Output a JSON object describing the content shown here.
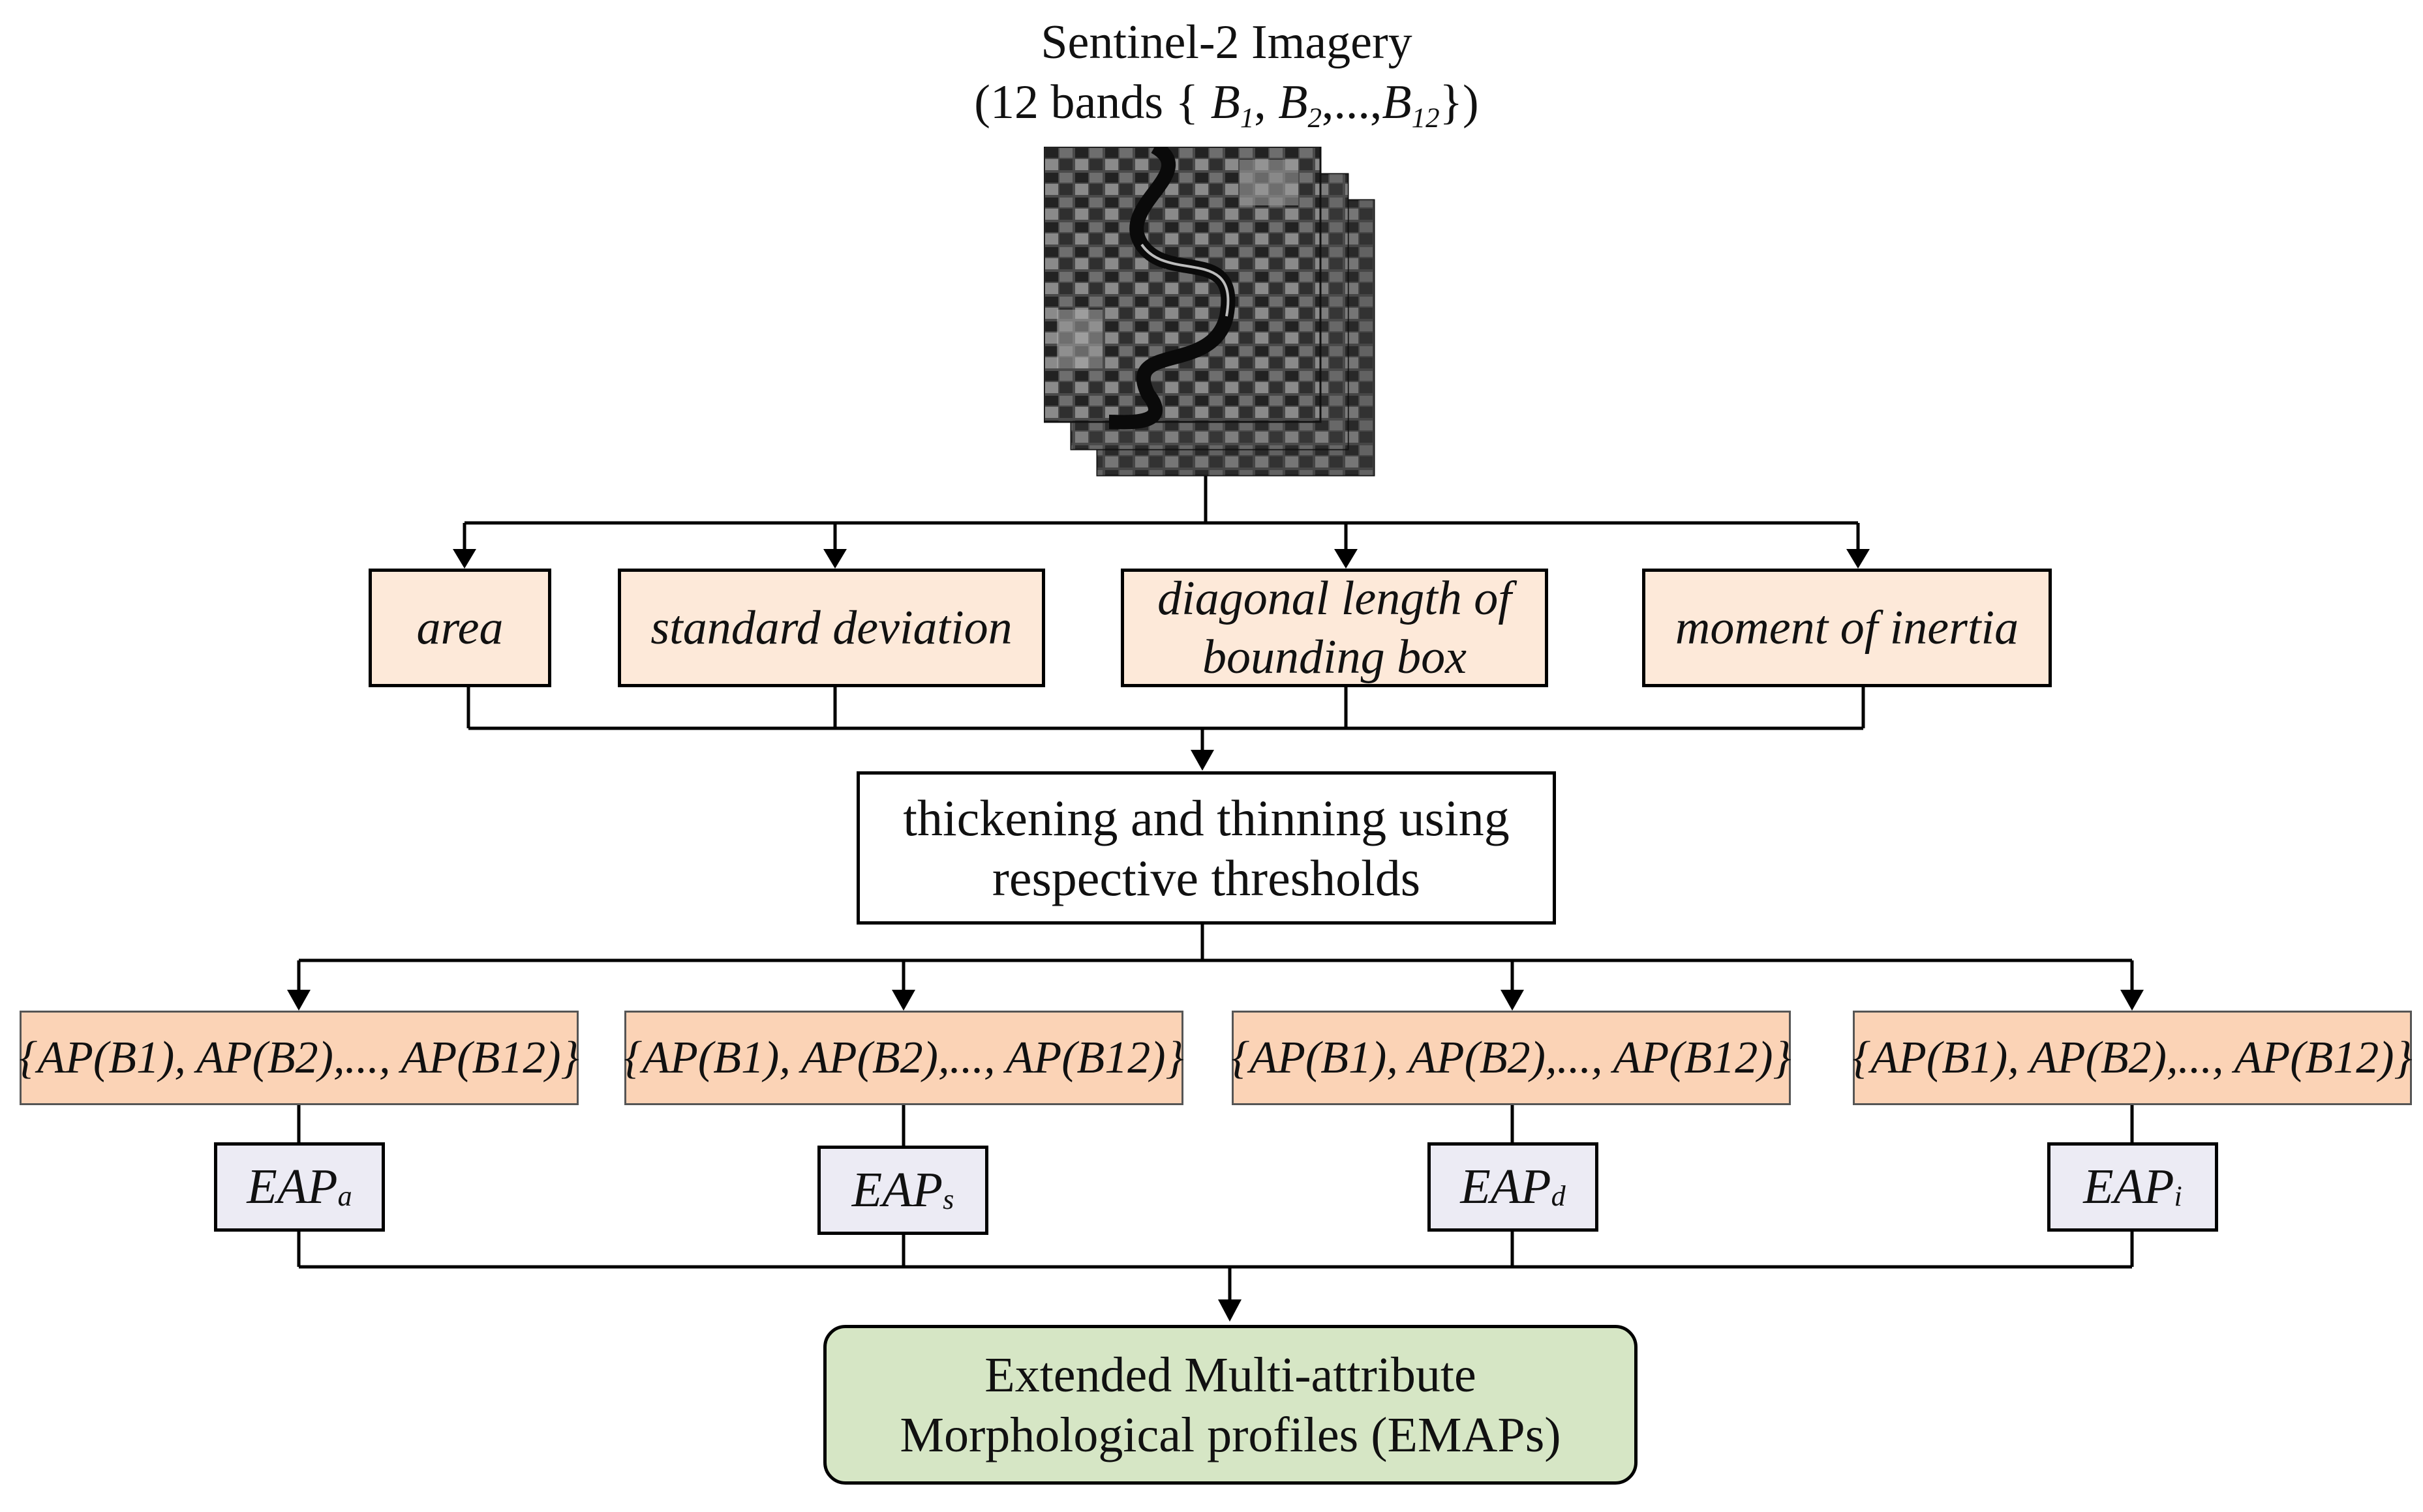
{
  "header": {
    "title": "Sentinel-2 Imagery",
    "bands_prefix": "(12 bands {",
    "b1": "B",
    "b1_sub": "1",
    "b2": "B",
    "b2_sub": "2",
    "ellipsis": ",...,",
    "b12": "B",
    "b12_sub": "12",
    "bands_suffix": "})"
  },
  "attributes": [
    {
      "label": "area"
    },
    {
      "label": "standard deviation"
    },
    {
      "label": "diagonal length of bounding box"
    },
    {
      "label": "moment of inertia"
    }
  ],
  "process": {
    "label": "thickening and thinning using respective thresholds"
  },
  "ap_profiles": [
    {
      "label": "{AP(B1), AP(B2),..., AP(B12)}"
    },
    {
      "label": "{AP(B1), AP(B2),..., AP(B12)}"
    },
    {
      "label": "{AP(B1), AP(B2),..., AP(B12)}"
    },
    {
      "label": "{AP(B1), AP(B2),..., AP(B12)}"
    }
  ],
  "eaps": [
    {
      "base": "EAP",
      "sub": "a"
    },
    {
      "base": "EAP",
      "sub": "s"
    },
    {
      "base": "EAP",
      "sub": "d"
    },
    {
      "base": "EAP",
      "sub": "i"
    }
  ],
  "final": {
    "line1": "Extended Multi-attribute",
    "line2": "Morphological profiles (EMAPs)"
  },
  "colors": {
    "attribute_fill": "#fde9d9",
    "ap_fill": "#fbd3b6",
    "eap_fill": "#ecebf4",
    "final_fill": "#d6e6c5"
  }
}
